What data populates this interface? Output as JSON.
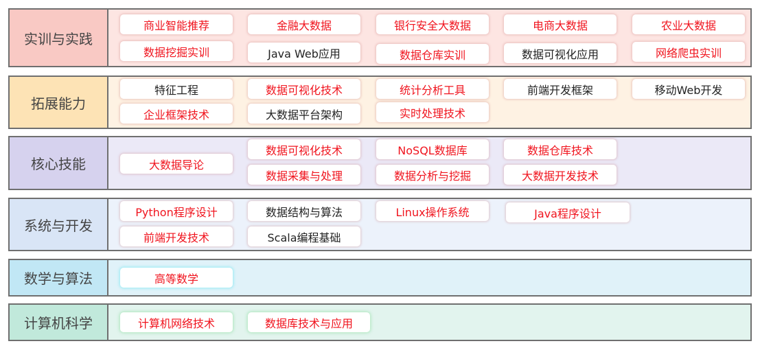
{
  "rows": [
    {
      "label": "实训与实践",
      "chips": [
        "商业智能推荐",
        "金融大数据",
        "银行安全大数据",
        "电商大数据",
        "农业大数据",
        "数据挖掘实训",
        "Java Web应用",
        "数据仓库实训",
        "数据可视化应用",
        "网络爬虫实训"
      ]
    },
    {
      "label": "拓展能力",
      "chips": [
        "特征工程",
        "数据可视化技术",
        "统计分析工具",
        "前端开发框架",
        "移动Web开发",
        "企业框架技术",
        "大数据平台架构",
        "实时处理技术"
      ]
    },
    {
      "label": "核心技能",
      "chips": [
        "大数据导论",
        "数据可视化技术",
        "NoSQL数据库",
        "数据仓库技术",
        "数据采集与处理",
        "数据分析与挖掘",
        "大数据开发技术"
      ]
    },
    {
      "label": "系统与开发",
      "chips": [
        "Python程序设计",
        "数据结构与算法",
        "Linux操作系统",
        "Java程序设计",
        "前端开发技术",
        "Scala编程基础"
      ]
    },
    {
      "label": "数学与算法",
      "chips": [
        "高等数学"
      ]
    },
    {
      "label": "计算机科学",
      "chips": [
        "计算机网络技术",
        "数据库技术与应用"
      ]
    }
  ],
  "colors": {
    "highlight": "#f0141e",
    "normal": "#222222"
  }
}
